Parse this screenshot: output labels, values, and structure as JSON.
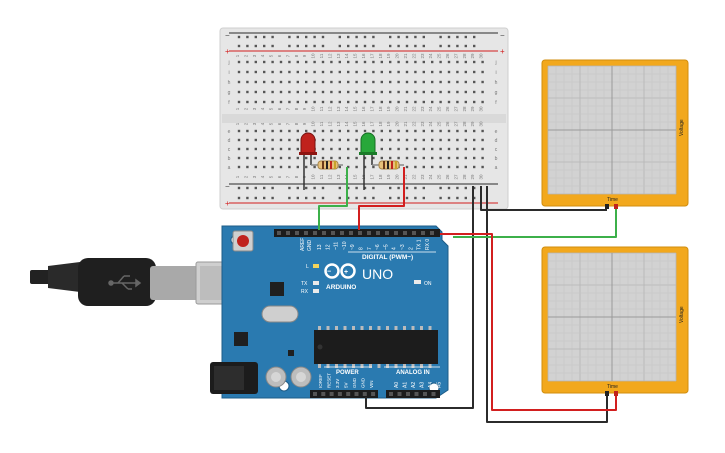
{
  "board": {
    "brand": "ARDUINO",
    "model": "UNO",
    "digital_label": "DIGITAL (PWM~)",
    "power_label": "POWER",
    "analog_label": "ANALOG IN",
    "on_label": "ON",
    "led_l": "L",
    "led_tx": "TX",
    "led_rx": "RX",
    "aref": "AREF",
    "gnd": "GND",
    "digital_pins": [
      "13",
      "12",
      "~11",
      "~10",
      "~9",
      "8",
      "7",
      "~6",
      "~5",
      "4",
      "~3",
      "2",
      "TX 1",
      "RX 0"
    ],
    "power_pins": [
      "IOREF",
      "RESET",
      "3.3V",
      "5V",
      "GND",
      "GND",
      "VIN"
    ],
    "analog_pins": [
      "A0",
      "A1",
      "A2",
      "A3",
      "A4",
      "A5"
    ]
  },
  "breadboard": {
    "row_letters_top": [
      "j",
      "i",
      "h",
      "g",
      "f"
    ],
    "row_letters_bottom": [
      "e",
      "d",
      "c",
      "b",
      "a"
    ],
    "column_numbers": [
      "1",
      "2",
      "3",
      "4",
      "5",
      "6",
      "7",
      "8",
      "9",
      "10",
      "11",
      "12",
      "13",
      "14",
      "15",
      "16",
      "17",
      "18",
      "19",
      "20",
      "21",
      "22",
      "23",
      "24",
      "25",
      "26",
      "27",
      "28",
      "29",
      "30"
    ],
    "rail_plus": "+",
    "rail_minus": "−"
  },
  "oscilloscopes": [
    {
      "x_label": "Time",
      "y_label": "Voltage"
    },
    {
      "x_label": "Time",
      "y_label": "Voltage"
    }
  ],
  "colors": {
    "board": "#2a7ab0",
    "breadboard": "#e6e6e6",
    "scope_frame": "#f2a81d",
    "scope_screen": "#d2d2d2",
    "wire_black": "#2b2b2b",
    "wire_green": "#3cb04a",
    "wire_red": "#d21f1f",
    "led_red": "#c0221d",
    "led_green": "#28a83a"
  }
}
